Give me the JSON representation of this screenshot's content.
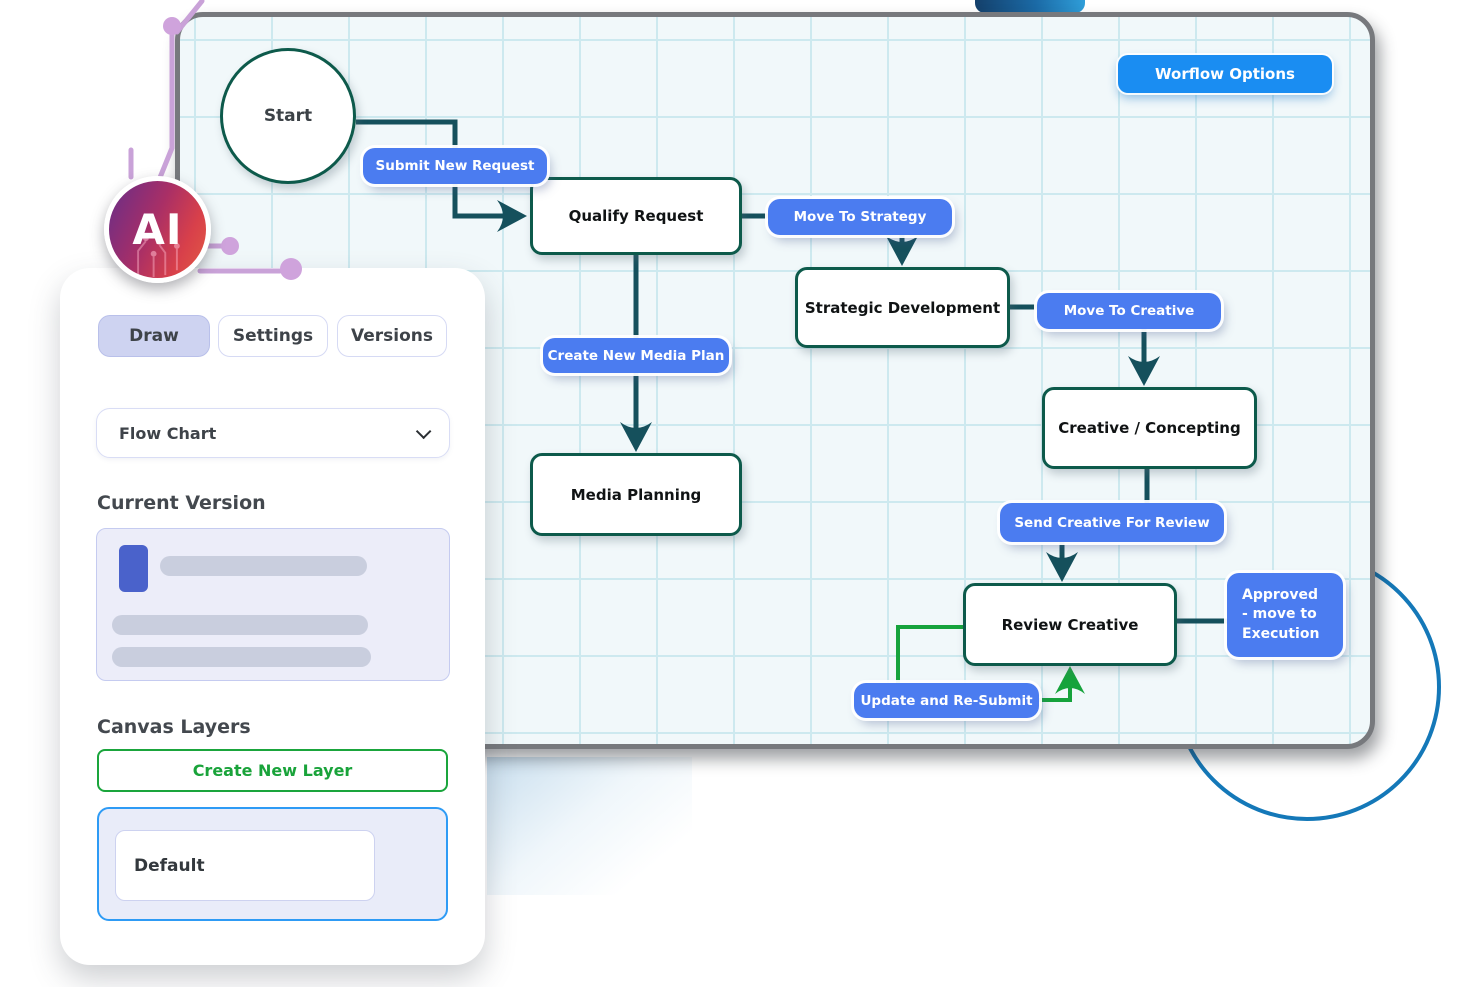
{
  "badge": {
    "label": "AI"
  },
  "panel": {
    "tabs": [
      {
        "label": "Draw",
        "active": true
      },
      {
        "label": "Settings",
        "active": false
      },
      {
        "label": "Versions",
        "active": false
      }
    ],
    "chart_type_dropdown": {
      "value": "Flow Chart"
    },
    "current_version_heading": "Current Version",
    "canvas_layers_heading": "Canvas Layers",
    "create_layer_button": "Create New Layer",
    "layers": [
      {
        "name": "Default",
        "selected": true
      }
    ]
  },
  "canvas": {
    "options_button": "Worflow Options",
    "nodes": [
      {
        "id": "start",
        "label": "Start",
        "shape": "circle"
      },
      {
        "id": "qualify-request",
        "label": "Qualify Request",
        "shape": "rect"
      },
      {
        "id": "strategic-development",
        "label": "Strategic Development",
        "shape": "rect"
      },
      {
        "id": "creative-concepting",
        "label": "Creative / Concepting",
        "shape": "rect"
      },
      {
        "id": "review-creative",
        "label": "Review Creative",
        "shape": "rect"
      },
      {
        "id": "media-planning",
        "label": "Media Planning",
        "shape": "rect"
      }
    ],
    "edge_labels": [
      {
        "id": "submit-new-request",
        "label": "Submit New Request"
      },
      {
        "id": "move-to-strategy",
        "label": "Move To Strategy"
      },
      {
        "id": "move-to-creative",
        "label": "Move To Creative"
      },
      {
        "id": "create-new-media-plan",
        "label": "Create New Media Plan"
      },
      {
        "id": "send-creative-for-review",
        "label": "Send Creative For Review"
      },
      {
        "id": "approved-move-to-execution",
        "label": "Approved\n- move to\nExecution"
      },
      {
        "id": "update-and-resubmit",
        "label": "Update and Re-Submit"
      }
    ]
  },
  "colors": {
    "edge_label_blue": "#4b7cf0",
    "options_button_blue": "#1a8df2",
    "node_border_teal": "#0d5a4b",
    "connector_teal": "#15505c",
    "loop_green": "#16a33c",
    "active_tab_lavender": "#ced3f1",
    "layer_border_blue": "#2e9bf5",
    "create_layer_green": "#1aa53c",
    "grid_line": "#cde9ef",
    "decor_circle_blue": "#1478b8",
    "circuit_pink": "#c9a2d8"
  }
}
